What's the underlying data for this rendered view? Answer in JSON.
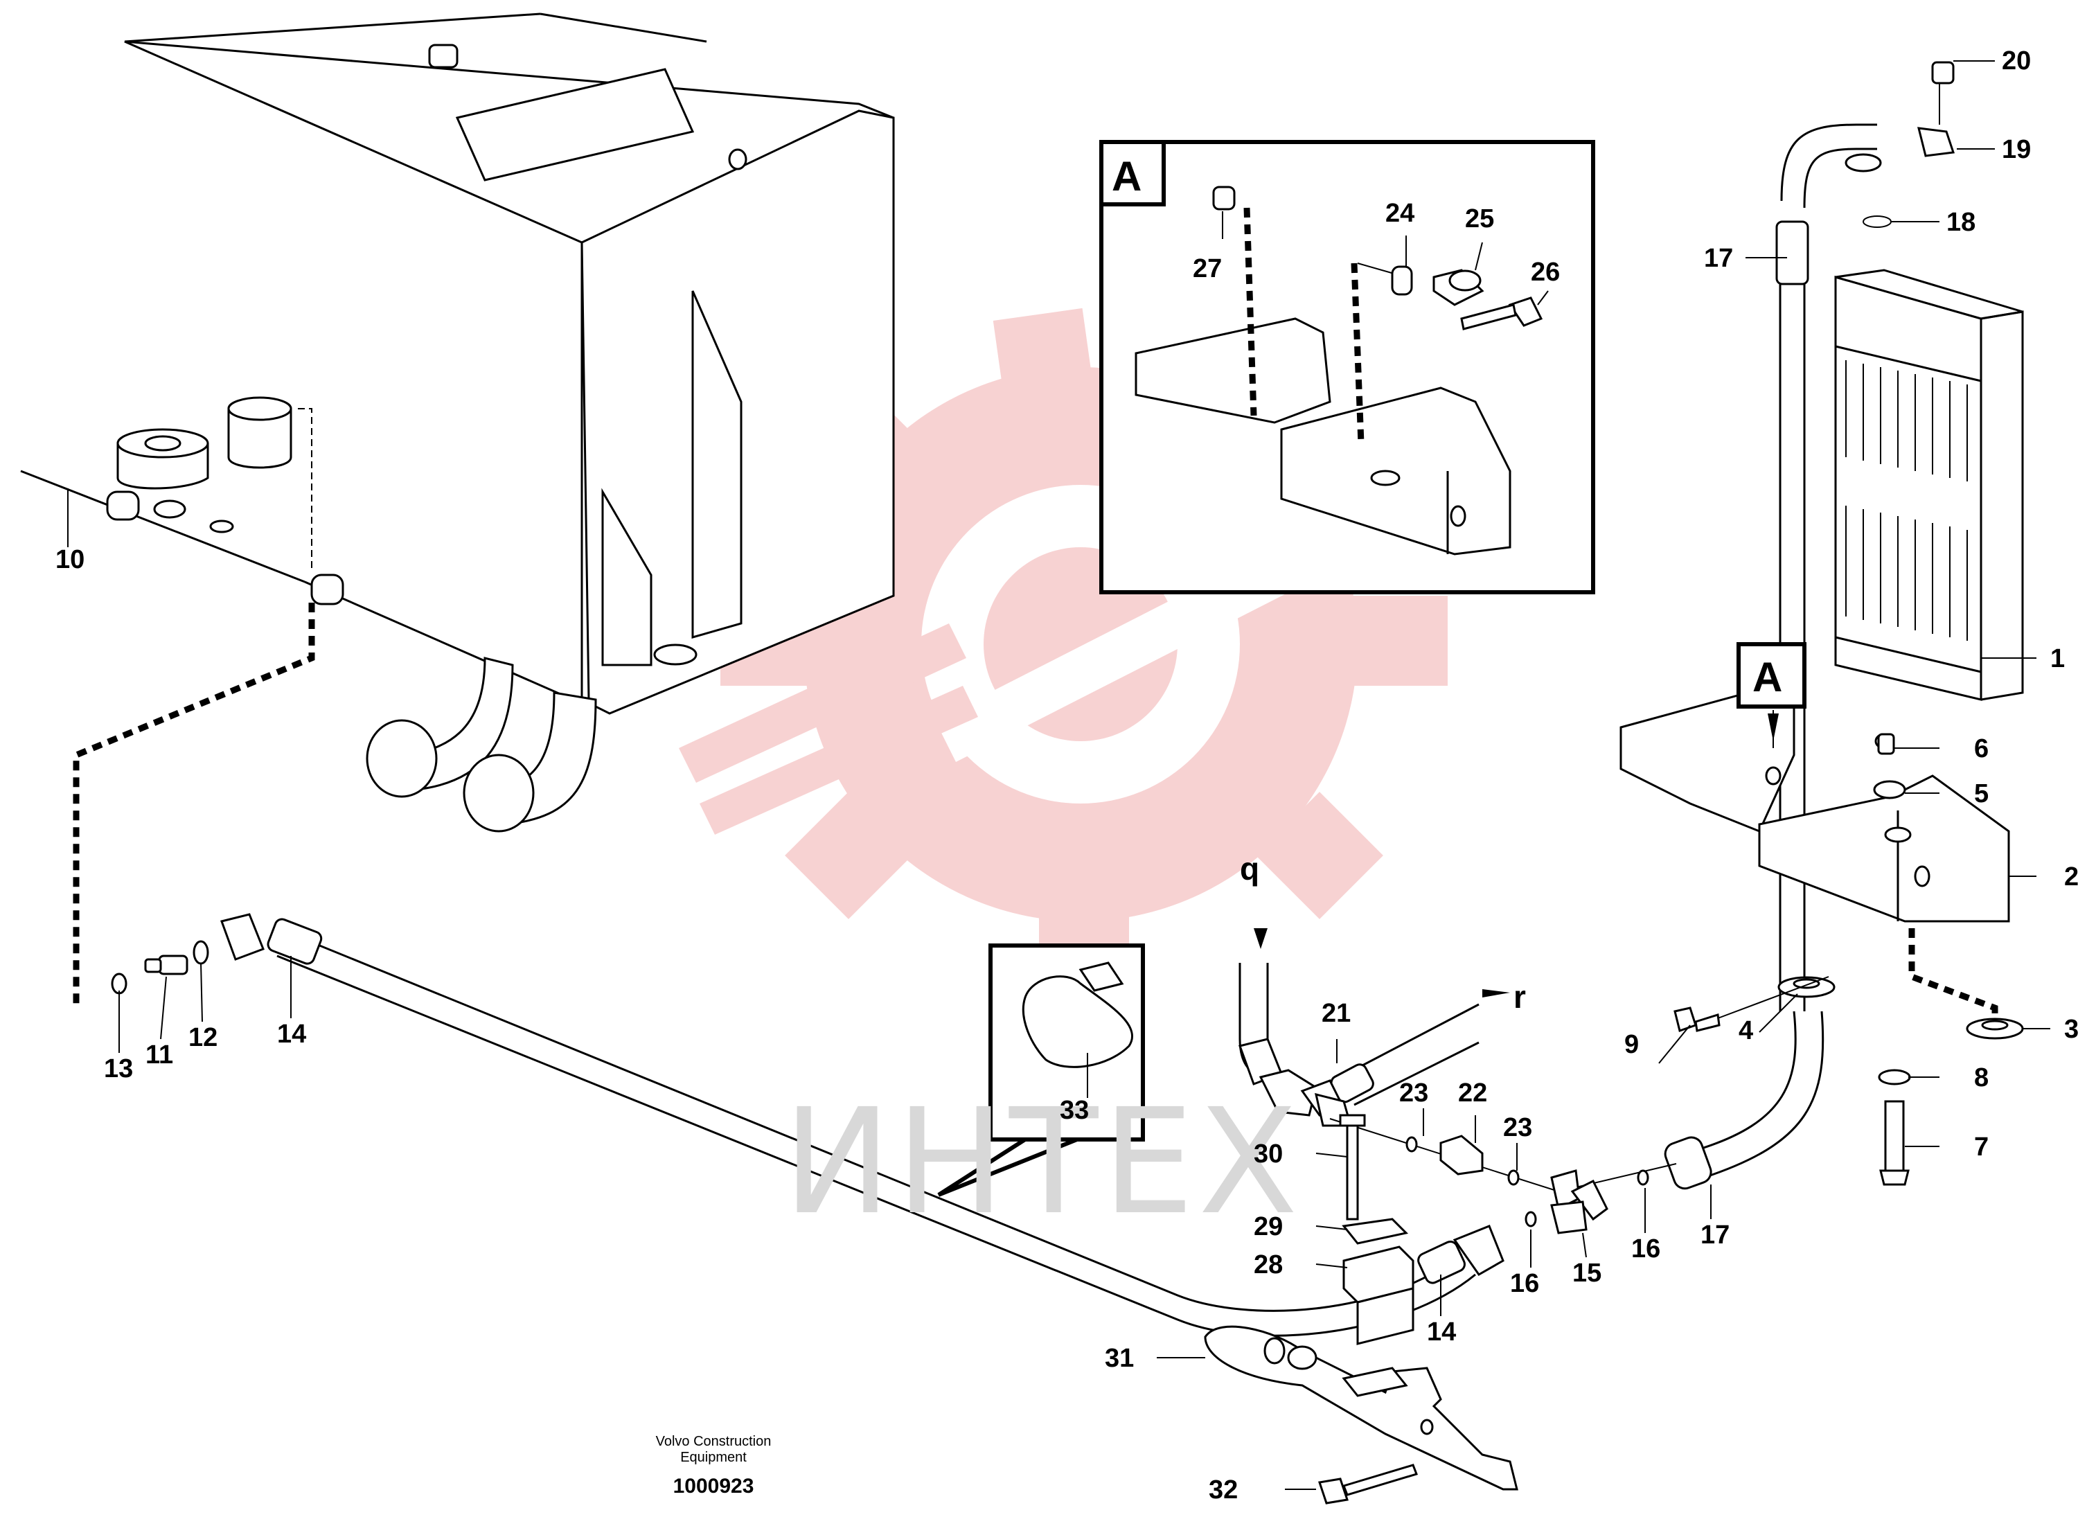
{
  "diagram": {
    "callouts": [
      "1",
      "2",
      "3",
      "4",
      "5",
      "6",
      "7",
      "8",
      "9",
      "10",
      "11",
      "12",
      "13",
      "14",
      "14",
      "15",
      "16",
      "16",
      "17",
      "17",
      "18",
      "19",
      "20",
      "21",
      "22",
      "23",
      "23",
      "24",
      "25",
      "26",
      "27",
      "28",
      "29",
      "30",
      "31",
      "32",
      "33"
    ],
    "view_marker": "A",
    "flow_labels": {
      "q": "q",
      "r": "r"
    },
    "watermark": "ИНТЕХ",
    "publisher_line1": "Volvo Construction",
    "publisher_line2": "Equipment",
    "drawing_number": "1000923",
    "colors": {
      "watermark_logo": "#f7d2d2",
      "watermark_text": "#d8d8d8",
      "ink": "#000000"
    }
  }
}
